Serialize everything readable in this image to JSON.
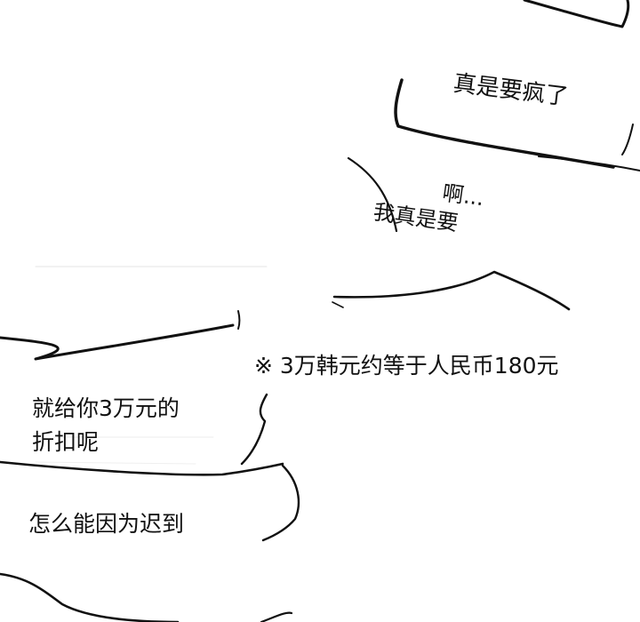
{
  "bubbles": {
    "top_1": "真是要疯了",
    "top_2_line1": "啊...",
    "top_2_line2": "我真是要",
    "note": "※ 3万韩元约等于人民币180元",
    "mid_line1": "就给你3万元的",
    "mid_line2": "折扣呢",
    "bottom": "怎么能因为迟到"
  },
  "colors": {
    "ink": "#111111",
    "paper": "#ffffff"
  }
}
